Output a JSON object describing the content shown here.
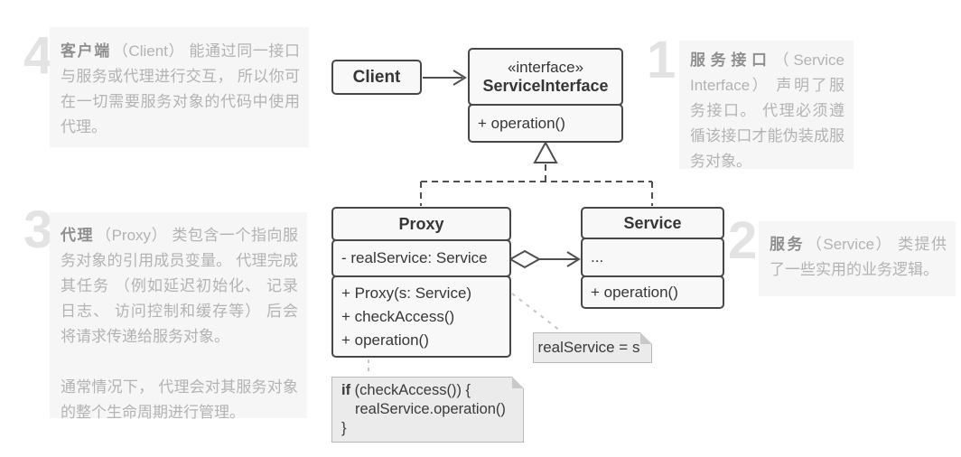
{
  "annotations": [
    {
      "num": "4",
      "term": "客户端",
      "text": "（Client） 能通过同一接口与服务或代理进行交互， 所以你可在一切需要服务对象的代码中使用代理。",
      "text2": ""
    },
    {
      "num": "3",
      "term": "代理",
      "text": "（Proxy） 类包含一个指向服务对象的引用成员变量。 代理完成其任务 （例如延迟初始化、 记录日志、 访问控制和缓存等） 后会将请求传递给服务对象。",
      "text2": "通常情况下， 代理会对其服务对象的整个生命周期进行管理。"
    },
    {
      "num": "1",
      "term": "服务接口",
      "text": "（Service Interface） 声明了服务接口。 代理必须遵循该接口才能伪装成服务对象。",
      "text2": ""
    },
    {
      "num": "2",
      "term": "服务",
      "text": "（Service） 类提供了一些实用的业务逻辑。",
      "text2": ""
    }
  ],
  "classes": {
    "client": {
      "name": "Client"
    },
    "interface": {
      "stereotype": "«interface»",
      "name": "ServiceInterface",
      "method": "+ operation()"
    },
    "proxy": {
      "name": "Proxy",
      "attribute": "- realService: Service",
      "methods": [
        "+ Proxy(s: Service)",
        "+ checkAccess()",
        "+ operation()"
      ]
    },
    "service": {
      "name": "Service",
      "attribute": "...",
      "method": "+ operation()"
    }
  },
  "notes": {
    "assignment": "realService = s",
    "code": {
      "keyword": "if",
      "line1": " (checkAccess()) {",
      "line2": "realService.operation()",
      "line3": "}"
    }
  },
  "colors": {
    "box_border": "#47474a",
    "box_fill": "#f8f8f8",
    "note_fill": "#ebebeb",
    "note_border": "#b9b9b9",
    "connector_dark": "#4f4f4f",
    "connector_light": "#c6c6c6",
    "panel_bg": "#f6f6f6",
    "annotation_text": "#b3b3b3",
    "annotation_term": "#8f8f8f",
    "numeral": "#e3e3e3"
  }
}
